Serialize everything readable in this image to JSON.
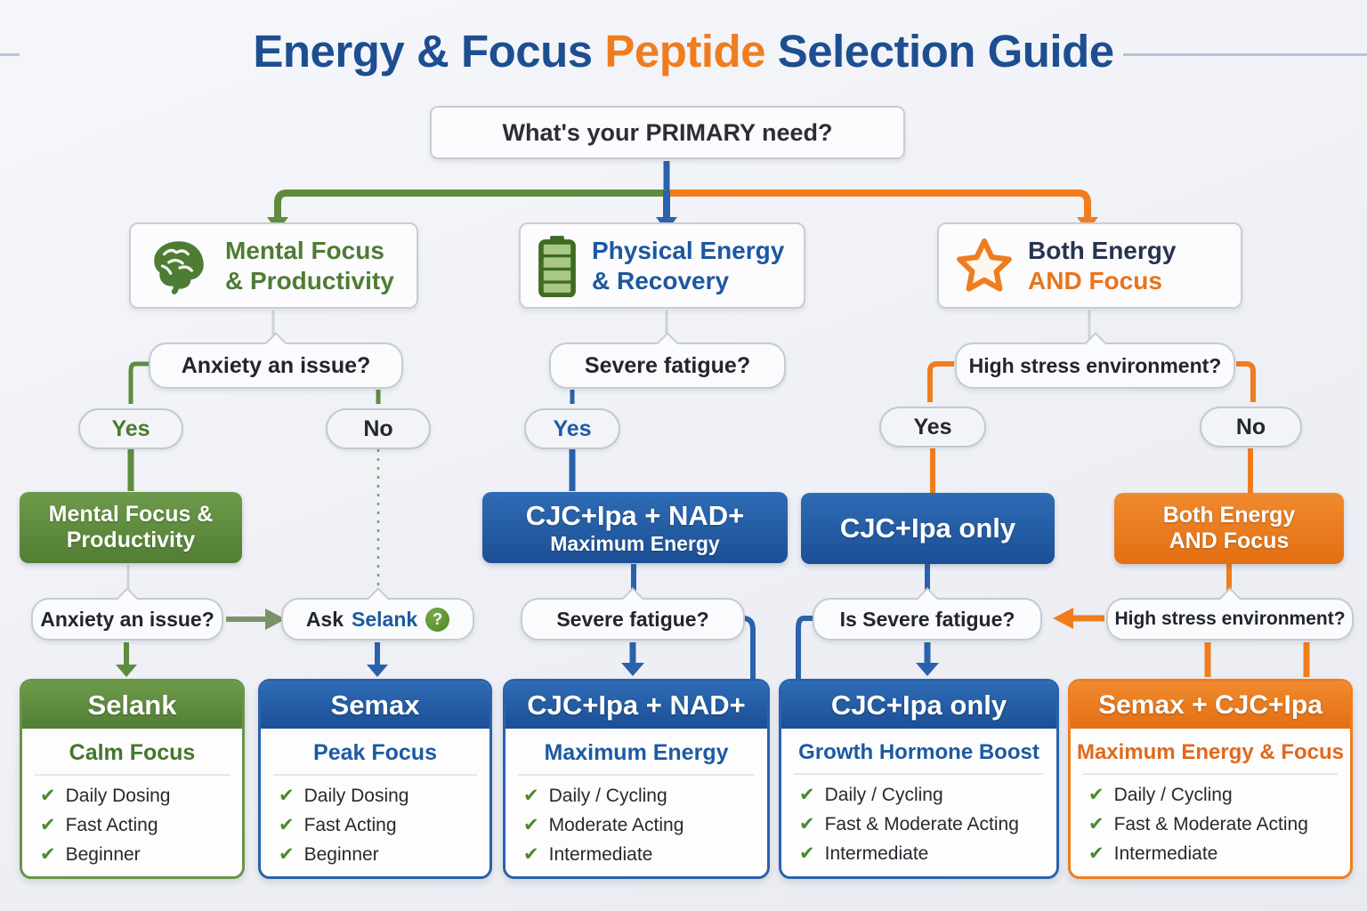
{
  "title": {
    "energy_focus": "Energy & Focus",
    "peptide": "Peptide",
    "selection_guide": "Selection Guide"
  },
  "primary_question": "What's your PRIMARY need?",
  "branches": {
    "focus": {
      "label_line1": "Mental Focus",
      "label_line2": "& Productivity",
      "question": "Anxiety an issue?",
      "yes": "Yes",
      "no": "No"
    },
    "energy": {
      "label_line1": "Physical Energy",
      "label_line2": "& Recovery",
      "question": "Severe fatigue?",
      "yes": "Yes"
    },
    "both": {
      "label_line1": "Both Energy",
      "label_line2": "AND Focus",
      "question": "High stress environment?",
      "yes": "Yes",
      "no": "No"
    }
  },
  "mid_nodes": {
    "focus_yes": {
      "line1": "Mental Focus &",
      "line2": "Productivity"
    },
    "energy_yes": {
      "line1": "CJC+Ipa + NAD+",
      "line2": "Maximum Energy"
    },
    "both_yes": {
      "line1": "CJC+Ipa only"
    },
    "both_no": {
      "line1": "Both Energy",
      "line2": "AND Focus"
    }
  },
  "sub_questions": {
    "anxiety": "Anxiety an issue?",
    "ask_prefix": "Ask",
    "ask_highlight": "Selank",
    "severe": "Severe fatigue?",
    "is_severe": "Is Severe fatigue?",
    "high_stress": "High stress environment?"
  },
  "cards": [
    {
      "name": "Selank",
      "subtitle": "Calm Focus",
      "features": [
        "Daily Dosing",
        "Fast Acting",
        "Beginner"
      ]
    },
    {
      "name": "Semax",
      "subtitle": "Peak Focus",
      "features": [
        "Daily Dosing",
        "Fast Acting",
        "Beginner"
      ]
    },
    {
      "name": "CJC+Ipa + NAD+",
      "subtitle": "Maximum Energy",
      "features": [
        "Daily / Cycling",
        "Moderate Acting",
        "Intermediate"
      ]
    },
    {
      "name": "CJC+Ipa only",
      "subtitle": "Growth Hormone Boost",
      "features": [
        "Daily / Cycling",
        "Fast & Moderate Acting",
        "Intermediate"
      ]
    },
    {
      "name": "Semax + CJC+Ipa",
      "subtitle": "Maximum Energy & Focus",
      "features": [
        "Daily / Cycling",
        "Fast & Moderate Acting",
        "Intermediate"
      ]
    }
  ],
  "glyphs": {
    "check": "✔",
    "badge": "?"
  },
  "colors": {
    "green": "#4e7c33",
    "blue": "#1e5aa7",
    "orange": "#ef7d1f",
    "navy": "#1d4e91"
  }
}
